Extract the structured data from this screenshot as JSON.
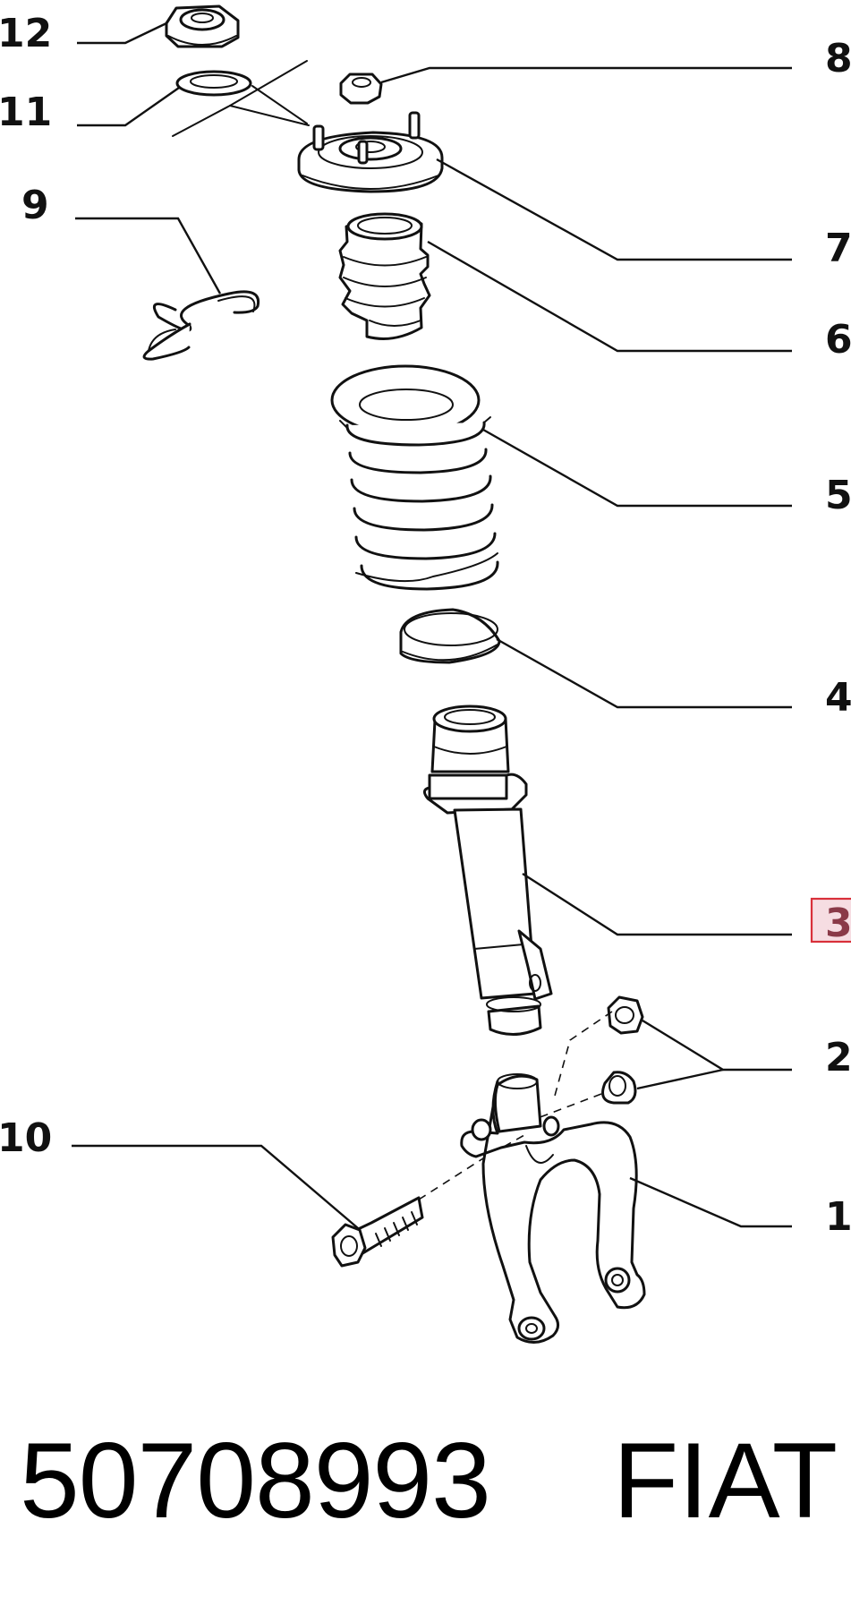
{
  "callouts": {
    "c1": "1",
    "c2": "2",
    "c3": "3",
    "c4": "4",
    "c5": "5",
    "c6": "6",
    "c7": "7",
    "c8": "8",
    "c9": "9",
    "c10": "10",
    "c11": "11",
    "c12": "12"
  },
  "highlighted_callout": "3",
  "colors": {
    "highlight_border": "#d9303a",
    "highlight_fill": "#f6dde2",
    "highlight_text": "#8a3a48",
    "line": "#111111"
  },
  "footer": {
    "part_number": "50708993",
    "brand": "FIAT"
  }
}
